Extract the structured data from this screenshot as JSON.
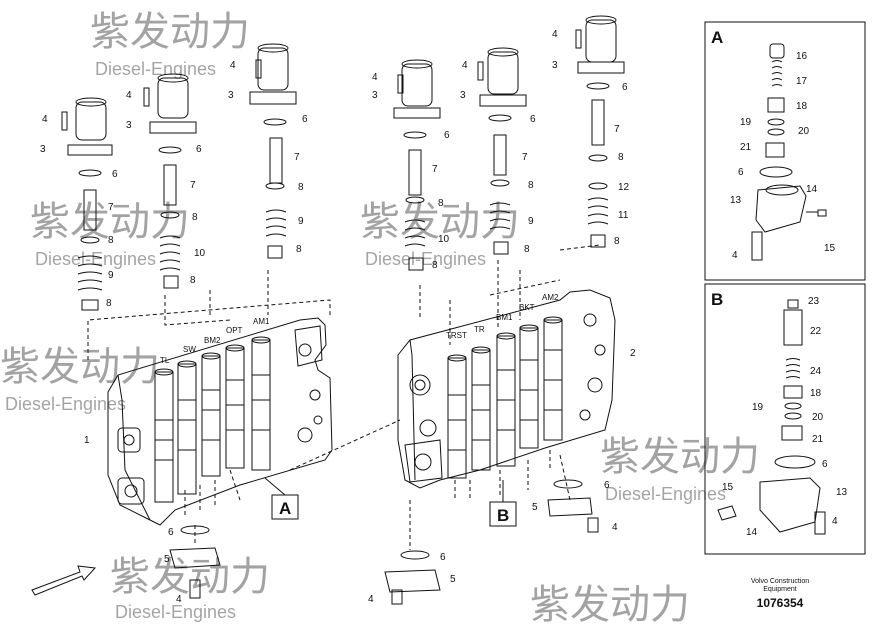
{
  "watermark": {
    "cn": "紫发动力",
    "en": "Diesel-Engines"
  },
  "diagram": {
    "part_numbers": [
      "1",
      "2",
      "3",
      "4",
      "5",
      "6",
      "7",
      "8",
      "9",
      "10",
      "11",
      "12",
      "13",
      "14",
      "15",
      "16",
      "17",
      "18",
      "19",
      "20",
      "21",
      "22",
      "23",
      "24"
    ],
    "spool_tags_left": [
      "TL",
      "SW",
      "BM2",
      "OPT",
      "AM1"
    ],
    "spool_tags_right": [
      "TRST",
      "TR",
      "BM1",
      "BKT",
      "AM2"
    ],
    "detail_boxes": [
      "A",
      "B"
    ],
    "callouts": [
      "A",
      "B"
    ]
  },
  "footer": {
    "brand_line1": "Volvo Construction",
    "brand_line2": "Equipment",
    "part_number": "1076354"
  }
}
